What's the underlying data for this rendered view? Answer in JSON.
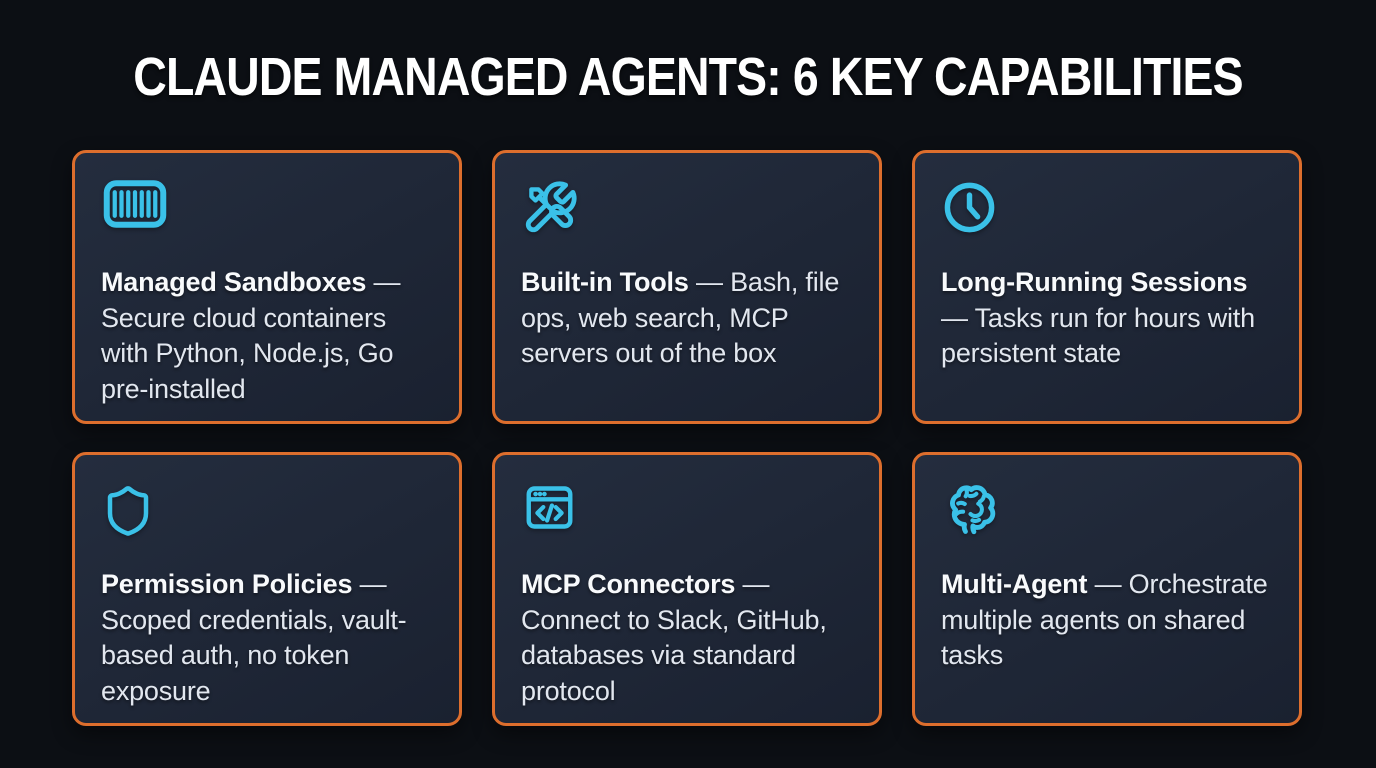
{
  "page": {
    "title": "CLAUDE MANAGED AGENTS: 6 KEY CAPABILITIES"
  },
  "theme": {
    "background": "#0c0f14",
    "card_background": "#1e2636",
    "border_orange": "#dd6e2d",
    "icon_cyan": "#3ac1e8",
    "title_text": "#f8fafc",
    "body_text": "#e2e7ef"
  },
  "cards": [
    {
      "icon": "container-icon",
      "title": "Managed Sandboxes",
      "description": "— Secure cloud containers with Python, Node.js, Go pre-installed"
    },
    {
      "icon": "tools-icon",
      "title": "Built-in Tools",
      "description": "— Bash, file ops, web search, MCP servers out of the box"
    },
    {
      "icon": "clock-icon",
      "title": "Long-Running Sessions",
      "description": "— Tasks run for hours with persistent state"
    },
    {
      "icon": "shield-icon",
      "title": "Permission Policies",
      "description": "— Scoped credentials, vault-based auth, no token exposure"
    },
    {
      "icon": "browser-code-icon",
      "title": "MCP Connectors",
      "description": "— Connect to Slack, GitHub, databases via standard protocol"
    },
    {
      "icon": "brain-icon",
      "title": "Multi-Agent",
      "description": "— Orchestrate multiple agents on shared tasks"
    }
  ]
}
